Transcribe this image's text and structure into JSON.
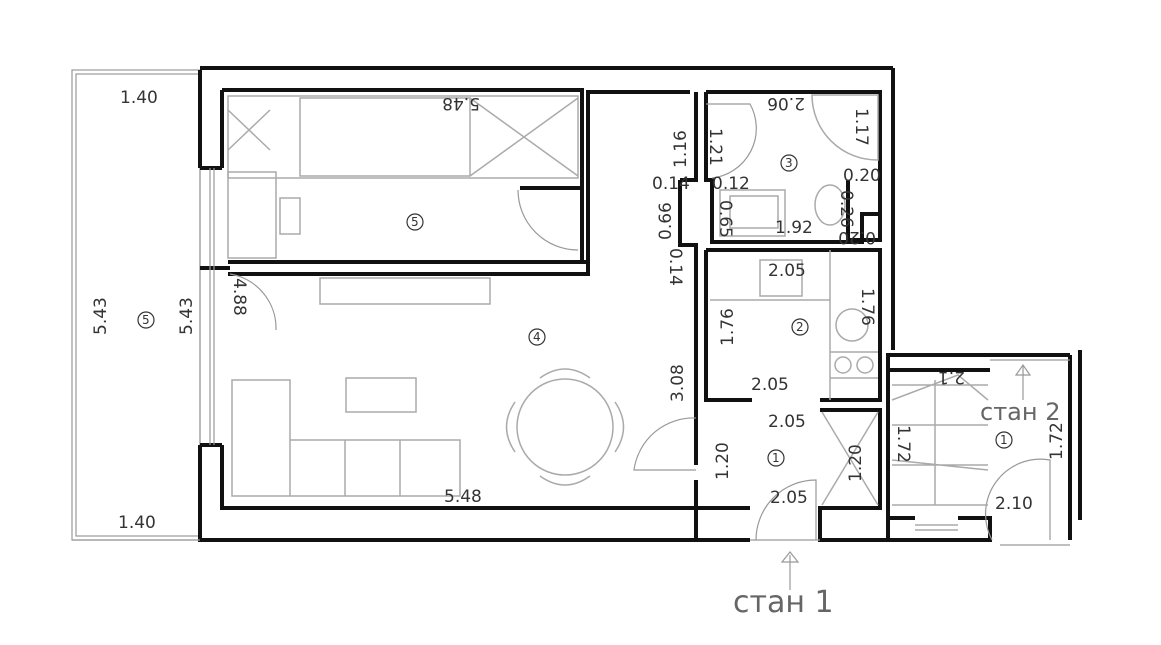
{
  "labels": {
    "balcony_top_width": "1.40",
    "balcony_bottom_width": "1.40",
    "balcony_length_outer": "5.43",
    "balcony_length_inner": "5.43",
    "balcony_room_number": "5",
    "bedroom_top_width": "5.48",
    "bedroom_room_number": "5",
    "living_left_height": "4.88",
    "living_room_number": "4",
    "living_bottom_width": "5.48",
    "bath_door_116": "1.16",
    "bath_door_121": "1.21",
    "bath_top": "2.06",
    "bath_shower": "1.17",
    "bath_room_number": "3",
    "wall_014_a": "0.14",
    "wall_012": "0.12",
    "wall_020_a": "0.20",
    "wall_066": "0.66",
    "sink_065": "0.65",
    "bath_bottom": "1.92",
    "wall_026": "0.26",
    "wall_020_b": "0.20",
    "wall_014_b": "0.14",
    "kitchen_top": "2.05",
    "kitchen_left": "1.76",
    "kitchen_room_number": "2",
    "kitchen_right": "1.76",
    "hall_308": "3.08",
    "kitchen_bottom": "2.05",
    "hall_top": "2.05",
    "hall_left": "1.20",
    "hall_room_number": "1",
    "hall_bottom": "2.05",
    "closet": "1.20",
    "stair_top": "2.1",
    "stair_side": "1.72",
    "unit2_label": "стан 2",
    "unit2_room_number": "1",
    "unit2_side": "1.72",
    "unit2_bottom": "2.10",
    "unit1_label": "стан 1"
  }
}
